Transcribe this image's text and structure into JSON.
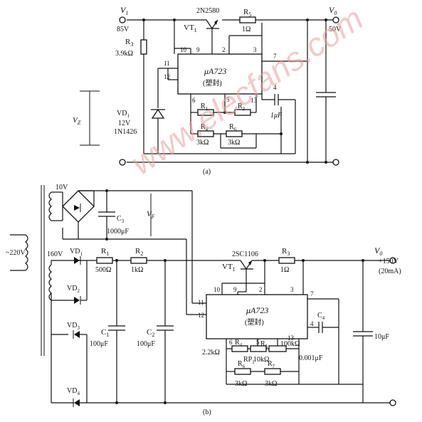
{
  "watermark": "www.elecfans.com",
  "a": {
    "v1": "V",
    "v1_sub": "1",
    "v1_val": "85V",
    "vt1_part": "2N2580",
    "vt1": "VT",
    "vt1_sub": "1",
    "r5": "R",
    "r5_sub": "5",
    "r5_val": "1Ω",
    "v0": "V",
    "v0_sub": "0",
    "v0_val": "50V",
    "r3": "R",
    "r3_sub": "3",
    "r3_val": "3.9kΩ",
    "ic": "μA723",
    "ic_pkg": "(塑封)",
    "pins": [
      "10",
      "9",
      "2",
      "3",
      "7",
      "11",
      "12",
      "4",
      "6",
      "5",
      "13"
    ],
    "r1": "R",
    "r1_sub": "1",
    "r2": "R",
    "r2_sub": "2",
    "r4": "R",
    "r4_sub": "4",
    "r4_val": "3kΩ",
    "r6": "R",
    "r6_sub": "6",
    "r6_val": "3kΩ",
    "cap": "1μF",
    "vz": "V",
    "vz_sub": "Z",
    "vd": "VD",
    "vd_sub": "1",
    "vd_val": "12V",
    "vd_part": "1N1426",
    "caption": "(a)"
  },
  "b": {
    "t_10v": "10V",
    "vf": "V",
    "vf_sub": "F",
    "c3": "C",
    "c3_sub": "3",
    "c3_val": "1000μF",
    "mains": "~220V",
    "v160": "160V",
    "vd1": "VD",
    "vd1_sub": "1",
    "vd2": "VD",
    "vd2_sub": "2",
    "vd3": "VD",
    "vd3_sub": "3",
    "vd4": "VD",
    "vd4_sub": "4",
    "r1": "R",
    "r1_sub": "1",
    "r1_val": "500Ω",
    "r2": "R",
    "r2_sub": "2",
    "r2_val": "1kΩ",
    "c1": "C",
    "c1_sub": "1",
    "c1_val": "100μF",
    "c2": "C",
    "c2_sub": "2",
    "c2_val": "100μF",
    "vt1_part": "2SC1106",
    "vt1": "VT",
    "vt1_sub": "1",
    "r3": "R",
    "r3_sub": "3",
    "r3_val": "1Ω",
    "v0": "V",
    "v0_sub": "0",
    "v0_val": "+150V",
    "v0_cur": "(20mA)",
    "ic": "μA723",
    "ic_pkg": "(塑封)",
    "pins": [
      "10",
      "9",
      "2",
      "3",
      "7",
      "11",
      "12",
      "4",
      "6",
      "5",
      "13"
    ],
    "r4": "R",
    "r4_sub": "4",
    "r4_val": "2.2kΩ",
    "r5": "R",
    "r5_sub": "5",
    "r5_val": "10kΩ",
    "rp1": "RP",
    "rp1_sub": "1",
    "rp1_val": "100kΩ",
    "c4": "C",
    "c4_sub": "4",
    "c4_val": "0.001μF",
    "r6": "R",
    "r6_sub": "6",
    "r6_val": "3kΩ",
    "r7": "R",
    "r7_sub": "7",
    "r7_val": "3kΩ",
    "cout": "10μF",
    "caption": "(b)"
  }
}
